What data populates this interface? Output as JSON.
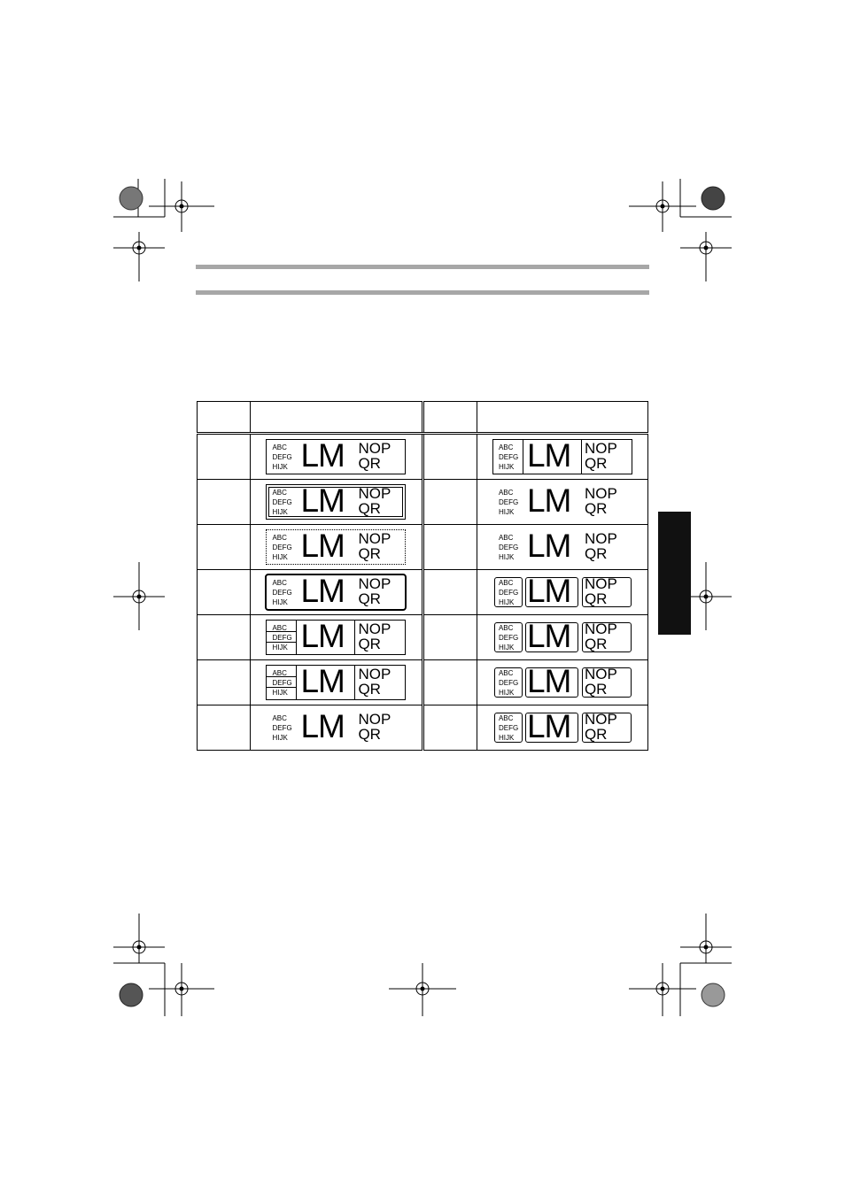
{
  "frames_table": {
    "sample": {
      "line1": "ABC",
      "line2": "DEFG",
      "line3": "HIJK",
      "large": "LM",
      "small1": "NOP",
      "small2": "QR"
    }
  },
  "colors": {
    "rule": "#a7a7a7",
    "side_tab": "#111111",
    "border": "#000000"
  }
}
